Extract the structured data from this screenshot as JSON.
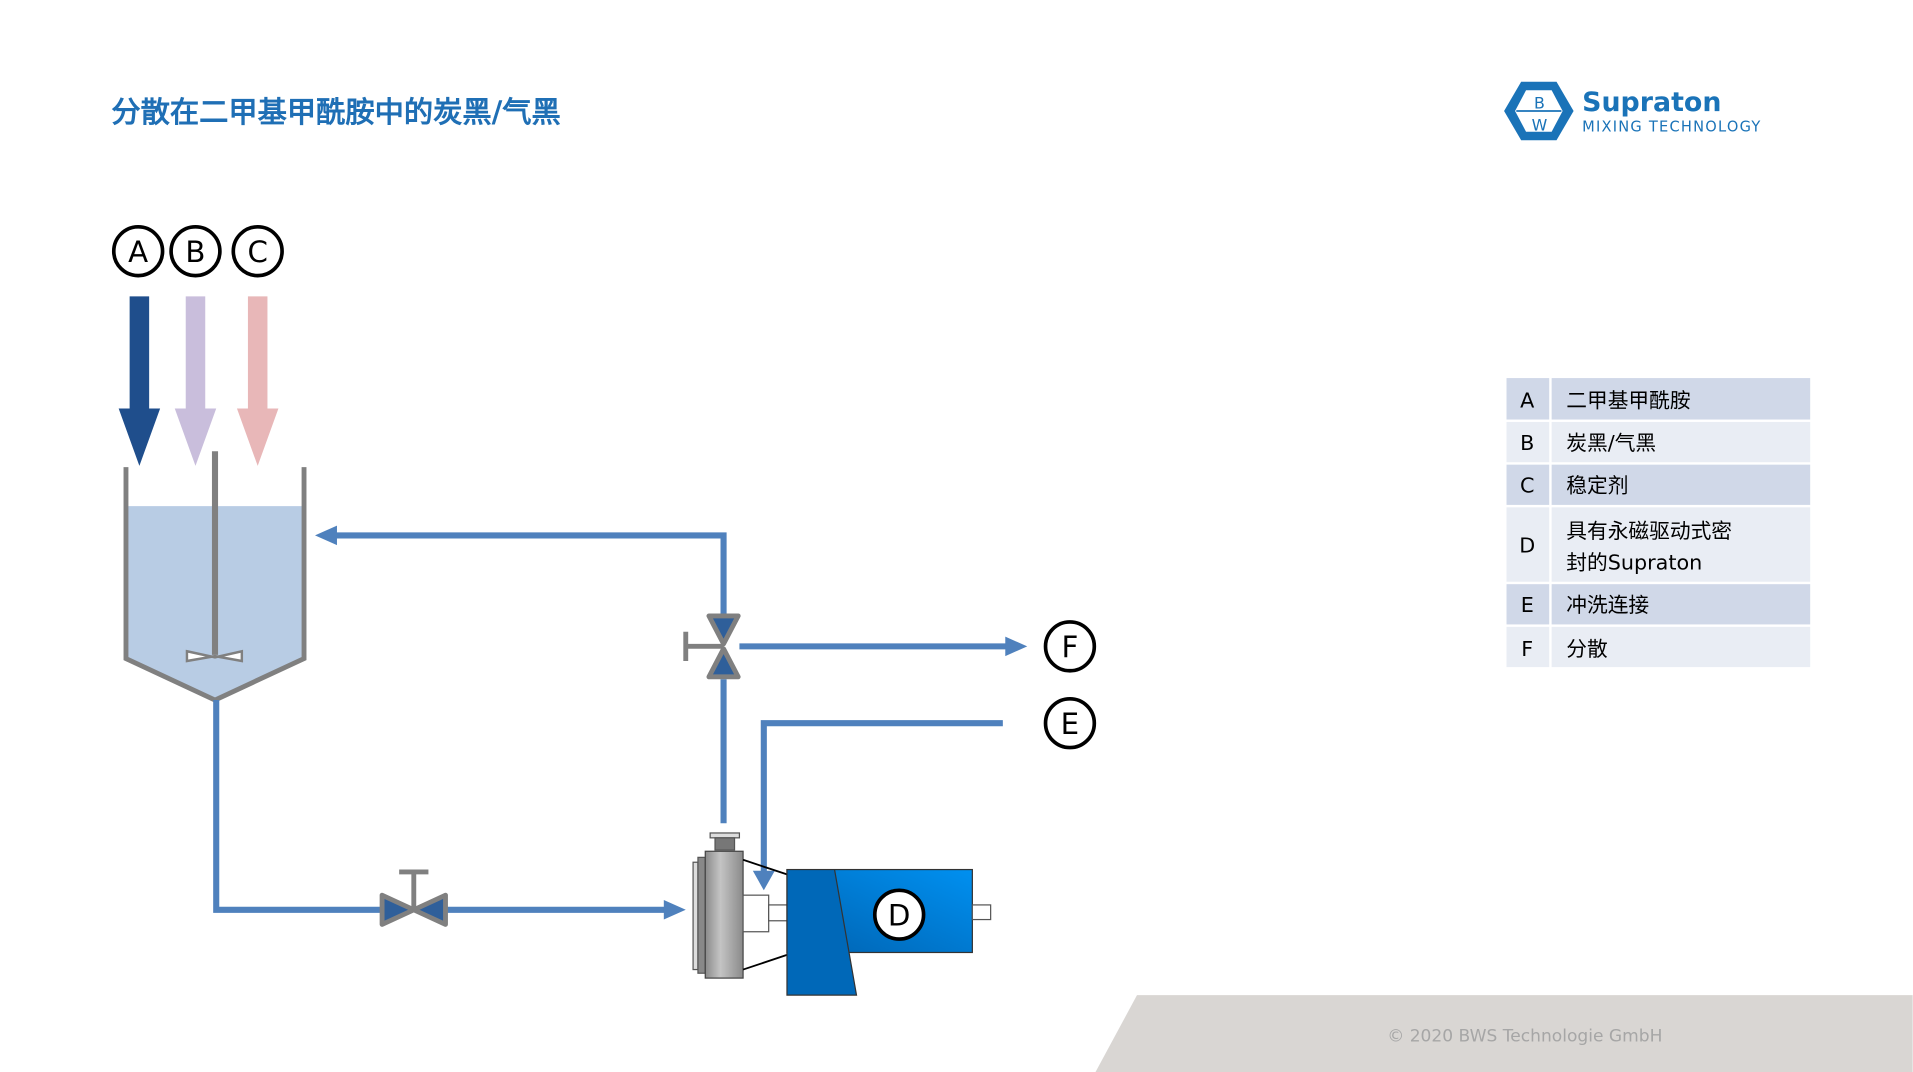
{
  "title": "分散在二甲基甲酰胺中的炭黑/气黑",
  "logo": {
    "letters_top": "B",
    "letters_bottom": "W",
    "name": "Supraton",
    "tagline": "MIXING TECHNOLOGY"
  },
  "markers": {
    "A": "A",
    "B": "B",
    "C": "C",
    "D": "D",
    "E": "E",
    "F": "F"
  },
  "legend": [
    {
      "key": "A",
      "label": "二甲基甲酰胺"
    },
    {
      "key": "B",
      "label": "炭黑/气黑"
    },
    {
      "key": "C",
      "label": "稳定剂"
    },
    {
      "key": "D",
      "label_line1": "具有永磁驱动式密",
      "label_line2": "封的Supraton"
    },
    {
      "key": "E",
      "label": "冲洗连接"
    },
    {
      "key": "F",
      "label": "分散"
    }
  ],
  "footer": {
    "copyright": "© 2020 BWS Technologie GmbH"
  },
  "colors": {
    "accent": "#1f6fb5",
    "pipe": "#4f81bd",
    "streamA": "#1f4e8c",
    "streamB": "#c9bedc",
    "streamC": "#e8b7b8",
    "liquid": "#b8cce4",
    "motor": "#0070c0"
  }
}
